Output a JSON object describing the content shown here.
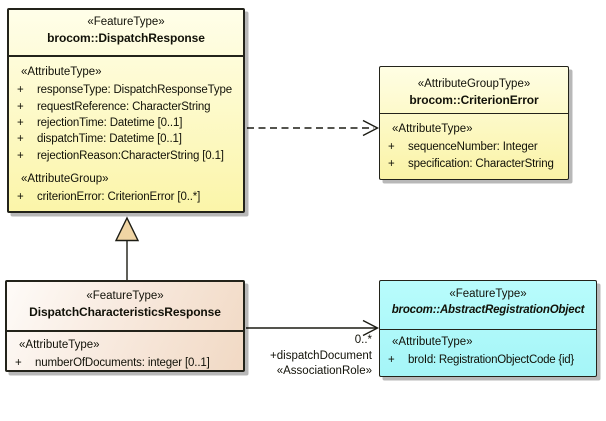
{
  "colors": {
    "canvas_bg": "#FFFFFF",
    "yellow_fill_top": "#FFFEE9",
    "yellow_fill_bottom": "#FBF5A9",
    "pink_fill_light": "#FEFBF8",
    "pink_fill_dark": "#F1D9C4",
    "cyan_fill_top": "#B8FCFC",
    "cyan_fill_bottom": "#A5F5F7",
    "border": "#23231A",
    "generalization_triangle_fill": "#F0D5A4",
    "shadow": "rgba(0,0,0,0.28)"
  },
  "classes": {
    "dispatch_response": {
      "stereotype": "«FeatureType»",
      "name": "brocom::DispatchResponse",
      "attr_heading": "«AttributeType»",
      "attributes": [
        {
          "vis": "+",
          "text": "responseType: DispatchResponseType"
        },
        {
          "vis": "+",
          "text": "requestReference: CharacterString"
        },
        {
          "vis": "+",
          "text": "rejectionTime: Datetime [0..1]"
        },
        {
          "vis": "+",
          "text": "dispatchTime: Datetime [0..1]"
        },
        {
          "vis": "+",
          "text": "rejectionReason:CharacterString [0.1]"
        }
      ],
      "group_heading": "«AttributeGroup»",
      "group_attributes": [
        {
          "vis": "+",
          "text": "criterionError: CriterionError [0..*]"
        }
      ]
    },
    "criterion_error": {
      "stereotype": "«AttributeGroupType»",
      "name": "brocom::CriterionError",
      "attr_heading": "«AttributeType»",
      "attributes": [
        {
          "vis": "+",
          "text": "sequenceNumber: Integer"
        },
        {
          "vis": "+",
          "text": "specification: CharacterString"
        }
      ]
    },
    "dispatch_characteristics_response": {
      "stereotype": "«FeatureType»",
      "name": "DispatchCharacteristicsResponse",
      "attr_heading": "«AttributeType»",
      "attributes": [
        {
          "vis": "+",
          "text": "numberOfDocuments: integer [0..1]"
        }
      ]
    },
    "abstract_registration_object": {
      "stereotype": "«FeatureType»",
      "name": "brocom::AbstractRegistrationObject",
      "attr_heading": "«AttributeType»",
      "attributes": [
        {
          "vis": "+",
          "text": "broId: RegistrationObjectCode {id}"
        }
      ]
    }
  },
  "edges": {
    "generalization": {
      "from": "DispatchCharacteristicsResponse",
      "to": "brocom::DispatchResponse"
    },
    "dependency": {
      "from": "brocom::DispatchResponse",
      "to": "brocom::CriterionError"
    },
    "association": {
      "multiplicity": "0..*",
      "role": "+dispatchDocument",
      "stereotype": "«AssociationRole»"
    }
  }
}
